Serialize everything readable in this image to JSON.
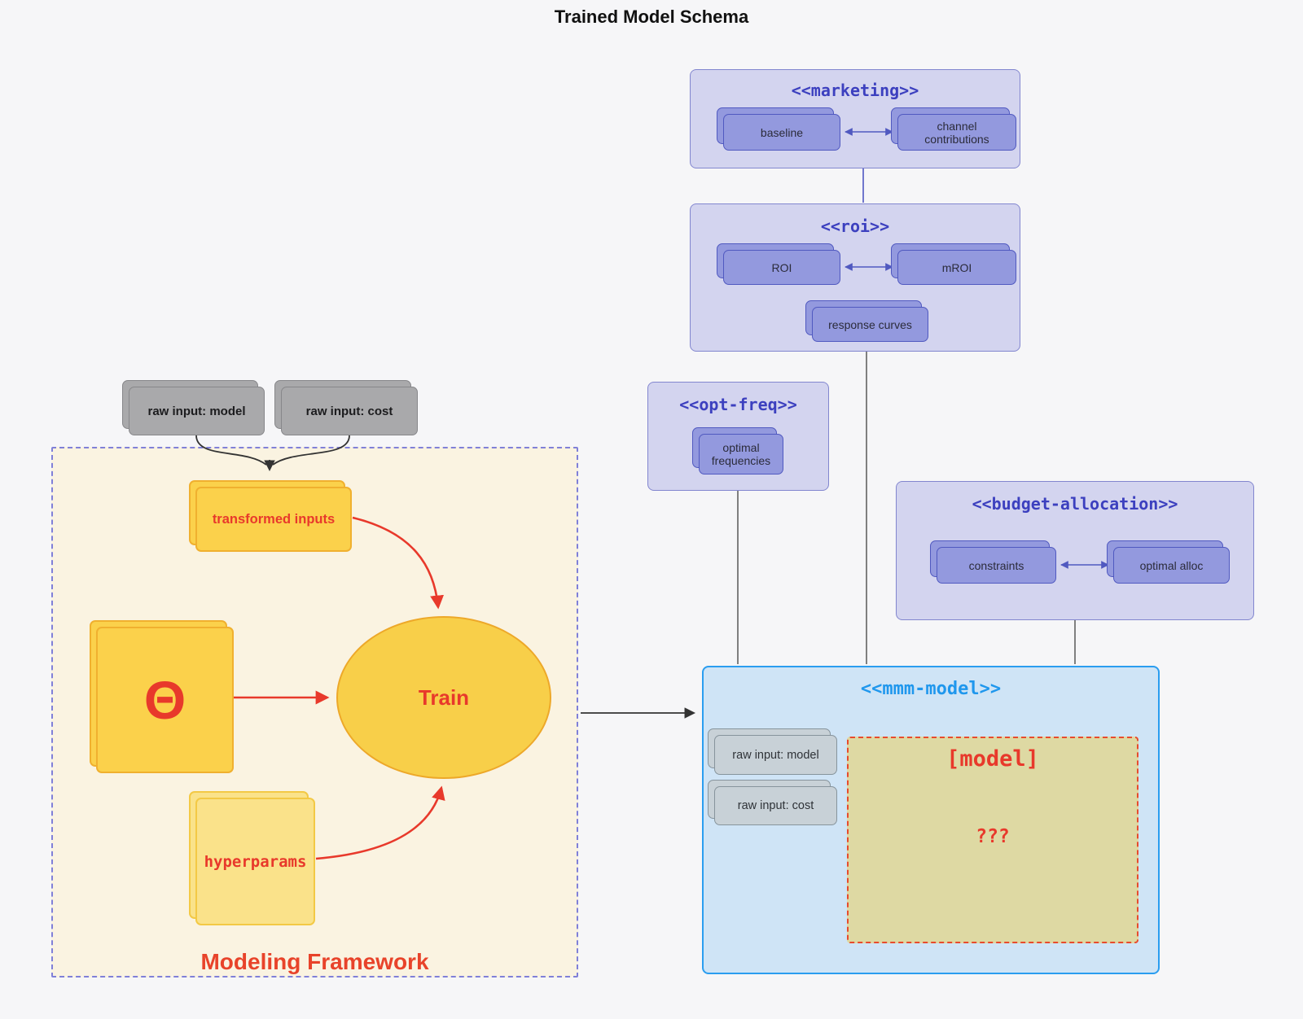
{
  "title": "Trained Model Schema",
  "groups": {
    "marketing": {
      "title": "<<marketing>>",
      "nodes": {
        "baseline": "baseline",
        "channel": "channel contributions"
      }
    },
    "roi": {
      "title": "<<roi>>",
      "nodes": {
        "roi": "ROI",
        "mroi": "mROI",
        "response": "response curves"
      }
    },
    "opt_freq": {
      "title": "<<opt-freq>>",
      "nodes": {
        "optimal_frequencies": "optimal frequencies"
      }
    },
    "budget": {
      "title": "<<budget-allocation>>",
      "nodes": {
        "constraints": "constraints",
        "optimal_alloc": "optimal alloc"
      }
    },
    "mmm": {
      "title": "<<mmm-model>>",
      "nodes": {
        "raw_model": "raw input: model",
        "raw_cost": "raw input: cost"
      },
      "model_box": {
        "label": "[model]",
        "question": "???"
      }
    }
  },
  "inputs": {
    "raw_model": "raw input: model",
    "raw_cost": "raw input: cost"
  },
  "framework": {
    "label": "Modeling Framework",
    "nodes": {
      "transformed_inputs": "transformed inputs",
      "theta": "Θ",
      "train": "Train",
      "hyperparams": "hyperparams"
    }
  },
  "colors": {
    "background": "#f6f6f8",
    "group_purple_fill": "#d3d4ef",
    "group_purple_border": "#8286cf",
    "group_title_purple": "#3c40bf",
    "node_purple_fill": "#9399de",
    "node_purple_border": "#5059c0",
    "mmm_fill": "#cfe4f6",
    "mmm_border": "#2a9df0",
    "mmm_title": "#1f97ed",
    "gray_node_fill": "#a9a9ab",
    "inner_gray_node_fill": "#c8d1d7",
    "framework_fill": "#faf3e1",
    "framework_border": "#8080d8",
    "yellow_fill": "#fbd14b",
    "yellow_border": "#f0b02f",
    "yellow_light_fill": "#fae28a",
    "red_accent": "#e8392b",
    "model_box_fill": "#ded9a3",
    "edge_dark": "#4a4a4a"
  }
}
